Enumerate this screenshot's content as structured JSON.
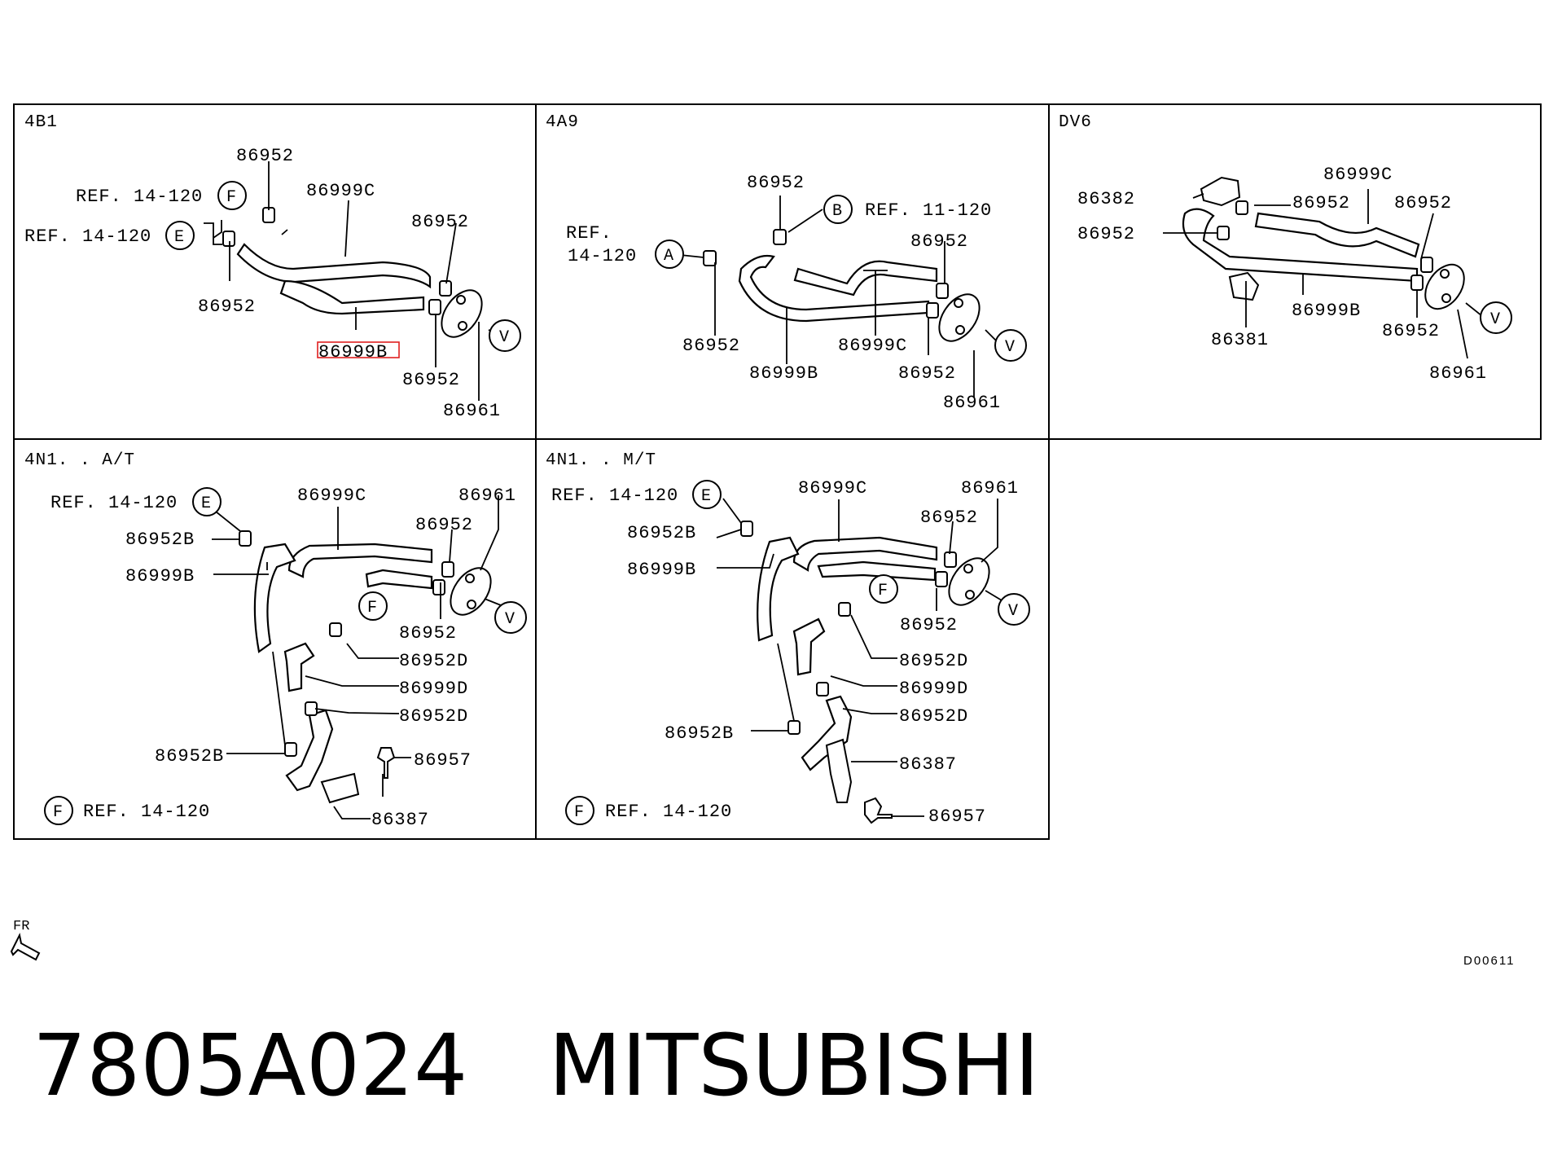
{
  "panels": [
    {
      "title": "4B1"
    },
    {
      "title": "4A9"
    },
    {
      "title": "DV6"
    },
    {
      "title": "4N1. . A/T"
    },
    {
      "title": "4N1. . M/T"
    }
  ],
  "labels": {
    "p86952": "86952",
    "p86952b": "86952B",
    "p86952d": "86952D",
    "p86999b": "86999B",
    "p86999c": "86999C",
    "p86999d": "86999D",
    "p86961": "86961",
    "p86957": "86957",
    "p86387": "86387",
    "p86381": "86381",
    "p86382": "86382",
    "ref14": "REF. 14-120",
    "ref14_line1": "REF.",
    "ref14_line2": "14-120",
    "ref11": "REF. 11-120"
  },
  "markers": {
    "A": "A",
    "B": "B",
    "E": "E",
    "F": "F",
    "V": "V"
  },
  "front_indicator": "FR",
  "drawing_code": "D00611",
  "part_number": "7805A024   MITSUBISHI",
  "highlight_color": "#e02020"
}
